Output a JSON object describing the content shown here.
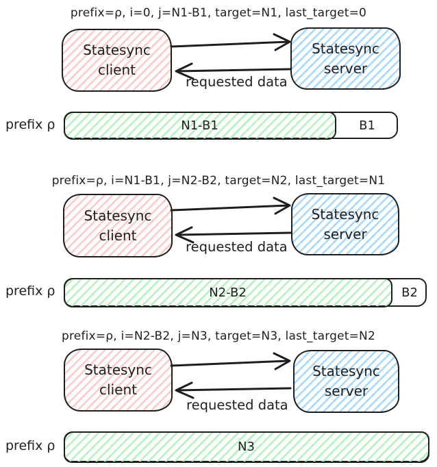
{
  "palette": {
    "stroke": "#1e1e1e",
    "client_fill": "#ffc9c9",
    "server_fill": "#a5d8ff",
    "progress_fill": "#b2f2bb",
    "background": "#ffffff"
  },
  "sections": [
    {
      "header": "prefix=ρ, i=0, j=N1-B1, target=N1, last_target=0",
      "client_lines": [
        "Statesync",
        "client"
      ],
      "server_lines": [
        "Statesync",
        "server"
      ],
      "response_label": "requested data",
      "bar": {
        "prefix_label": "prefix ρ",
        "filled_label": "N1-B1",
        "rest_label": "B1"
      }
    },
    {
      "header": "prefix=ρ, i=N1-B1, j=N2-B2, target=N2, last_target=N1",
      "client_lines": [
        "Statesync",
        "client"
      ],
      "server_lines": [
        "Statesync",
        "server"
      ],
      "response_label": "requested data",
      "bar": {
        "prefix_label": "prefix ρ",
        "filled_label": "N2-B2",
        "rest_label": "B2"
      }
    },
    {
      "header": "prefix=ρ, i=N2-B2, j=N3, target=N3, last_target=N2",
      "client_lines": [
        "Statesync",
        "client"
      ],
      "server_lines": [
        "Statesync",
        "server"
      ],
      "response_label": "requested data",
      "bar": {
        "prefix_label": "prefix ρ",
        "filled_label": "N3"
      }
    }
  ]
}
